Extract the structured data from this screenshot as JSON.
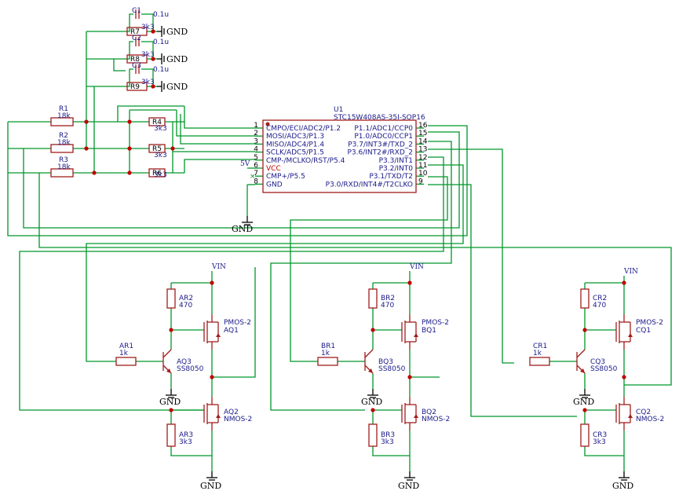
{
  "power": {
    "gnd": "GND",
    "vin": "VIN",
    "v5": "5V"
  },
  "mcu": {
    "ref": "U1",
    "value": "STC15W408AS-35I-SOP16",
    "left_pins": [
      {
        "num": "1",
        "name": "CMPO/ECI/ADC2/P1.2"
      },
      {
        "num": "2",
        "name": "MOSI/ADC3/P1.3"
      },
      {
        "num": "3",
        "name": "MISO/ADC4/P1.4"
      },
      {
        "num": "4",
        "name": "SCLK/ADC5/P1.5"
      },
      {
        "num": "5",
        "name": "CMP-/MCLKO/RST/P5.4"
      },
      {
        "num": "6",
        "name": "VCC"
      },
      {
        "num": "7",
        "name": "CMP+/P5.5"
      },
      {
        "num": "8",
        "name": "GND"
      }
    ],
    "right_pins": [
      {
        "num": "16",
        "name": "P1.1/ADC1/CCP0"
      },
      {
        "num": "15",
        "name": "P1.0/ADC0/CCP1"
      },
      {
        "num": "14",
        "name": "P3.7/INT3#/TXD_2"
      },
      {
        "num": "13",
        "name": "P3.6/INT2#/RXD_2"
      },
      {
        "num": "12",
        "name": "P3.3/INT1"
      },
      {
        "num": "11",
        "name": "P3.2/INT0"
      },
      {
        "num": "10",
        "name": "P3.1/TXD/T2"
      },
      {
        "num": "9",
        "name": "P3.0/RXD/INT4#/T2CLKO"
      }
    ]
  },
  "filter": {
    "caps": [
      {
        "ref": "C1",
        "value": "0.1u"
      },
      {
        "ref": "C2",
        "value": "0.1u"
      },
      {
        "ref": "C3",
        "value": "0.1u"
      }
    ],
    "res": [
      {
        "ref": "R7",
        "value": "3k3"
      },
      {
        "ref": "R8",
        "value": "3k3"
      },
      {
        "ref": "R9",
        "value": "3k3"
      }
    ]
  },
  "divider": {
    "top": [
      {
        "ref": "R1",
        "value": "18k"
      },
      {
        "ref": "R2",
        "value": "18k"
      },
      {
        "ref": "R3",
        "value": "18k"
      }
    ],
    "bottom": [
      {
        "ref": "R4",
        "value": "3k3"
      },
      {
        "ref": "R5",
        "value": "3k3"
      },
      {
        "ref": "R6",
        "value": "3k3"
      }
    ]
  },
  "phases": [
    {
      "r2": "AR2",
      "r2v": "470",
      "r1": "AR1",
      "r1v": "1k",
      "q3": "AQ3",
      "q3v": "SS8050",
      "q1": "AQ1",
      "q1v": "PMOS-2",
      "q2": "AQ2",
      "q2v": "NMOS-2",
      "r3": "AR3",
      "r3v": "3k3"
    },
    {
      "r2": "BR2",
      "r2v": "470",
      "r1": "BR1",
      "r1v": "1k",
      "q3": "BQ3",
      "q3v": "SS8050",
      "q1": "BQ1",
      "q1v": "PMOS-2",
      "q2": "BQ2",
      "q2v": "NMOS-2",
      "r3": "BR3",
      "r3v": "3k3"
    },
    {
      "r2": "CR2",
      "r2v": "470",
      "r1": "CR1",
      "r1v": "1k",
      "q3": "CQ3",
      "q3v": "SS8050",
      "q1": "CQ1",
      "q1v": "PMOS-2",
      "q2": "CQ2",
      "q2v": "NMOS-2",
      "r3": "CR3",
      "r3v": "3k3"
    }
  ]
}
